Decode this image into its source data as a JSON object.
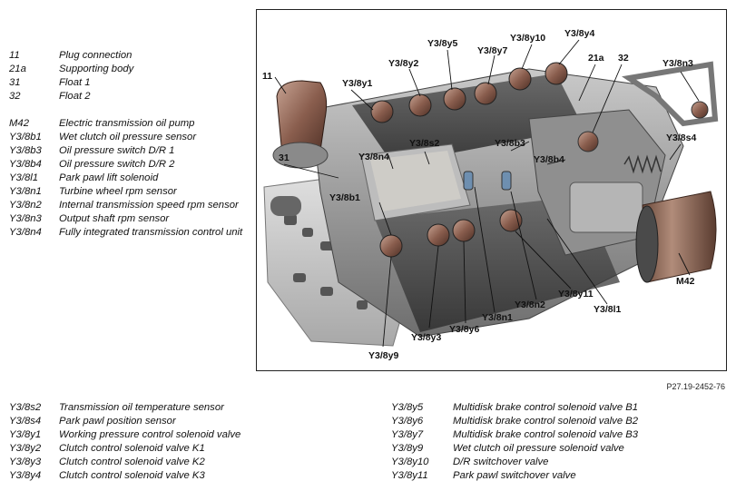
{
  "legend_left": [
    {
      "code": "11",
      "desc": "Plug connection"
    },
    {
      "code": "21a",
      "desc": "Supporting body"
    },
    {
      "code": "31",
      "desc": "Float 1"
    },
    {
      "code": "32",
      "desc": "Float 2"
    },
    {
      "code": "M42",
      "desc": "Electric transmission oil pump"
    },
    {
      "code": "Y3/8b1",
      "desc": "Wet clutch oil pressure sensor"
    },
    {
      "code": "Y3/8b3",
      "desc": "Oil pressure switch D/R 1"
    },
    {
      "code": "Y3/8b4",
      "desc": "Oil pressure switch D/R 2"
    },
    {
      "code": "Y3/8l1",
      "desc": "Park pawl lift solenoid"
    },
    {
      "code": "Y3/8n1",
      "desc": "Turbine wheel rpm sensor"
    },
    {
      "code": "Y3/8n2",
      "desc": "Internal transmission speed rpm sensor"
    },
    {
      "code": "Y3/8n3",
      "desc": "Output shaft rpm sensor"
    },
    {
      "code": "Y3/8n4",
      "desc": "Fully integrated transmission control unit"
    }
  ],
  "legend_bottom_left": [
    {
      "code": "Y3/8s2",
      "desc": "Transmission oil temperature sensor"
    },
    {
      "code": "Y3/8s4",
      "desc": "Park pawl position sensor"
    },
    {
      "code": "Y3/8y1",
      "desc": "Working pressure control solenoid valve"
    },
    {
      "code": "Y3/8y2",
      "desc": "Clutch control solenoid valve K1"
    },
    {
      "code": "Y3/8y3",
      "desc": "Clutch control solenoid valve K2"
    },
    {
      "code": "Y3/8y4",
      "desc": "Clutch control solenoid valve K3"
    }
  ],
  "legend_bottom_right": [
    {
      "code": "Y3/8y5",
      "desc": "Multidisk brake control solenoid valve B1"
    },
    {
      "code": "Y3/8y6",
      "desc": "Multidisk brake control solenoid valve B2"
    },
    {
      "code": "Y3/8y7",
      "desc": "Multidisk brake control solenoid valve B3"
    },
    {
      "code": "Y3/8y9",
      "desc": "Wet clutch oil pressure solenoid valve"
    },
    {
      "code": "Y3/8y10",
      "desc": "D/R switchover valve"
    },
    {
      "code": "Y3/8y11",
      "desc": "Park pawl switchover valve"
    }
  ],
  "callouts": {
    "c11": "11",
    "c31": "31",
    "c21a": "21a",
    "c32": "32",
    "cM42": "M42",
    "y1": "Y3/8y1",
    "y2": "Y3/8y2",
    "y3": "Y3/8y3",
    "y4": "Y3/8y4",
    "y5": "Y3/8y5",
    "y6": "Y3/8y6",
    "y7": "Y3/8y7",
    "y9": "Y3/8y9",
    "y10": "Y3/8y10",
    "y11": "Y3/8y11",
    "n1": "Y3/8n1",
    "n2": "Y3/8n2",
    "n3": "Y3/8n3",
    "n4": "Y3/8n4",
    "b1": "Y3/8b1",
    "b3": "Y3/8b3",
    "b4": "Y3/8b4",
    "s2": "Y3/8s2",
    "s4": "Y3/8s4",
    "l1": "Y3/8l1"
  },
  "figure_ref": "P27.19-2452-76"
}
